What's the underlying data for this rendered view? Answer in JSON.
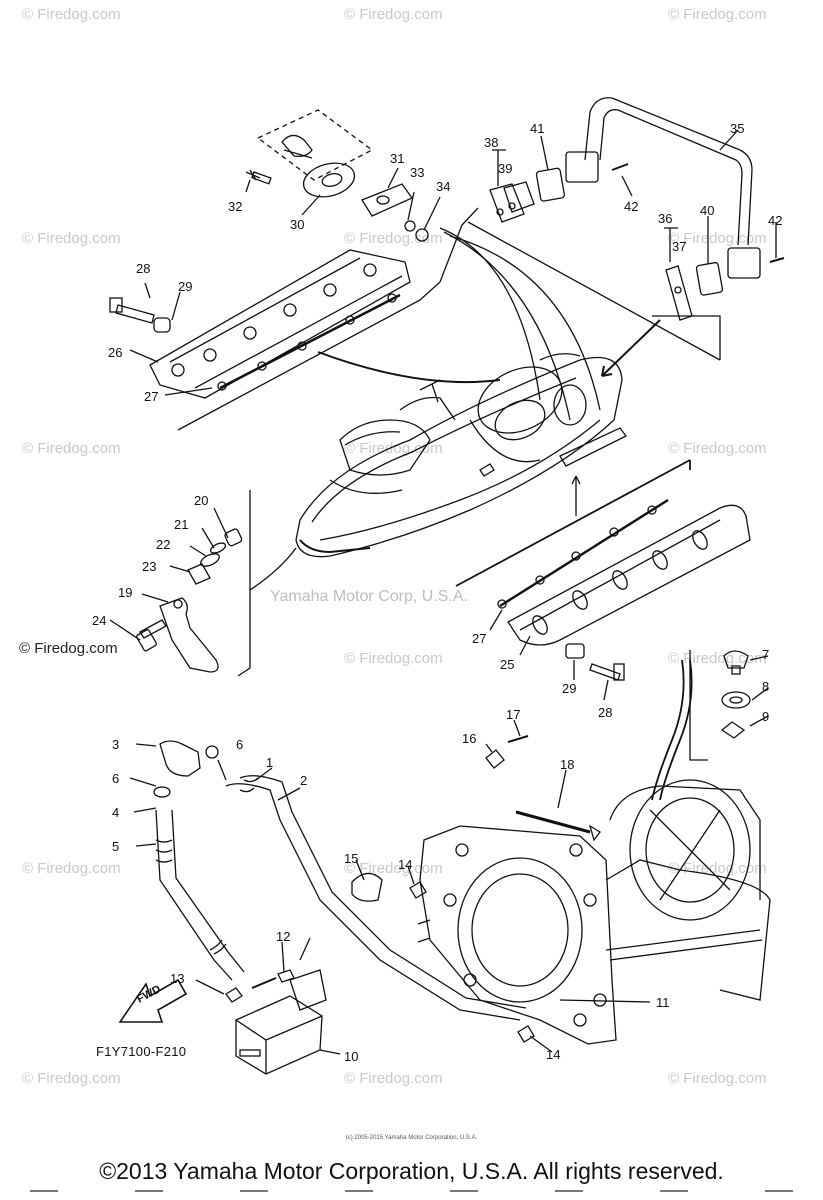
{
  "watermark_text": "© Firedog.com",
  "center_watermark": "Yamaha Motor Corp, U.S.A.",
  "firedog_left_label": "© Firedog.com",
  "part_code": "F1Y7100-F210",
  "fwd_label": "FWD",
  "tiny_copyright": "(c) 2005-2015 Yamaha Motor Corporation, U.S.A.",
  "copyright": "©2013 Yamaha Motor Corporation, U.S.A. All rights reserved.",
  "callouts": [
    "35",
    "41",
    "38",
    "39",
    "42",
    "31",
    "33",
    "34",
    "32",
    "30",
    "36",
    "37",
    "40",
    "42",
    "28",
    "29",
    "26",
    "27",
    "20",
    "21",
    "22",
    "23",
    "19",
    "24",
    "27",
    "25",
    "29",
    "28",
    "7",
    "8",
    "9",
    "3",
    "6",
    "6",
    "4",
    "5",
    "1",
    "2",
    "17",
    "16",
    "18",
    "15",
    "14",
    "12",
    "13",
    "11",
    "14",
    "10"
  ],
  "colors": {
    "line": "#111111",
    "watermark": "#c9c9c9",
    "background": "#ffffff"
  }
}
